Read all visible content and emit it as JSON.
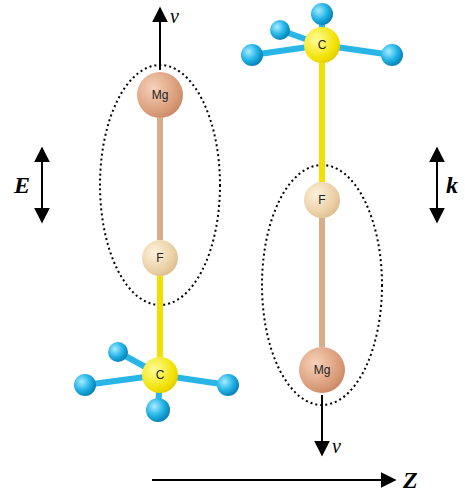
{
  "diagram": {
    "nodes": [
      {
        "text": [
          "Mg"
        ]
      },
      {
        "text": [
          "F"
        ]
      },
      {
        "text": [
          "C"
        ]
      },
      {
        "text": [
          "C"
        ]
      },
      {
        "text": [
          "F"
        ]
      },
      {
        "text": [
          "Mg"
        ]
      }
    ],
    "edges": [
      {
        "from": 0,
        "to": 1,
        "arrow": "none"
      },
      {
        "from": 1,
        "to": 2,
        "arrow": "none"
      },
      {
        "from": 3,
        "to": 4,
        "arrow": "none"
      },
      {
        "from": 4,
        "to": 5,
        "arrow": "none"
      }
    ],
    "labels": [
      "v",
      "E",
      "k",
      "v",
      "Z"
    ]
  }
}
